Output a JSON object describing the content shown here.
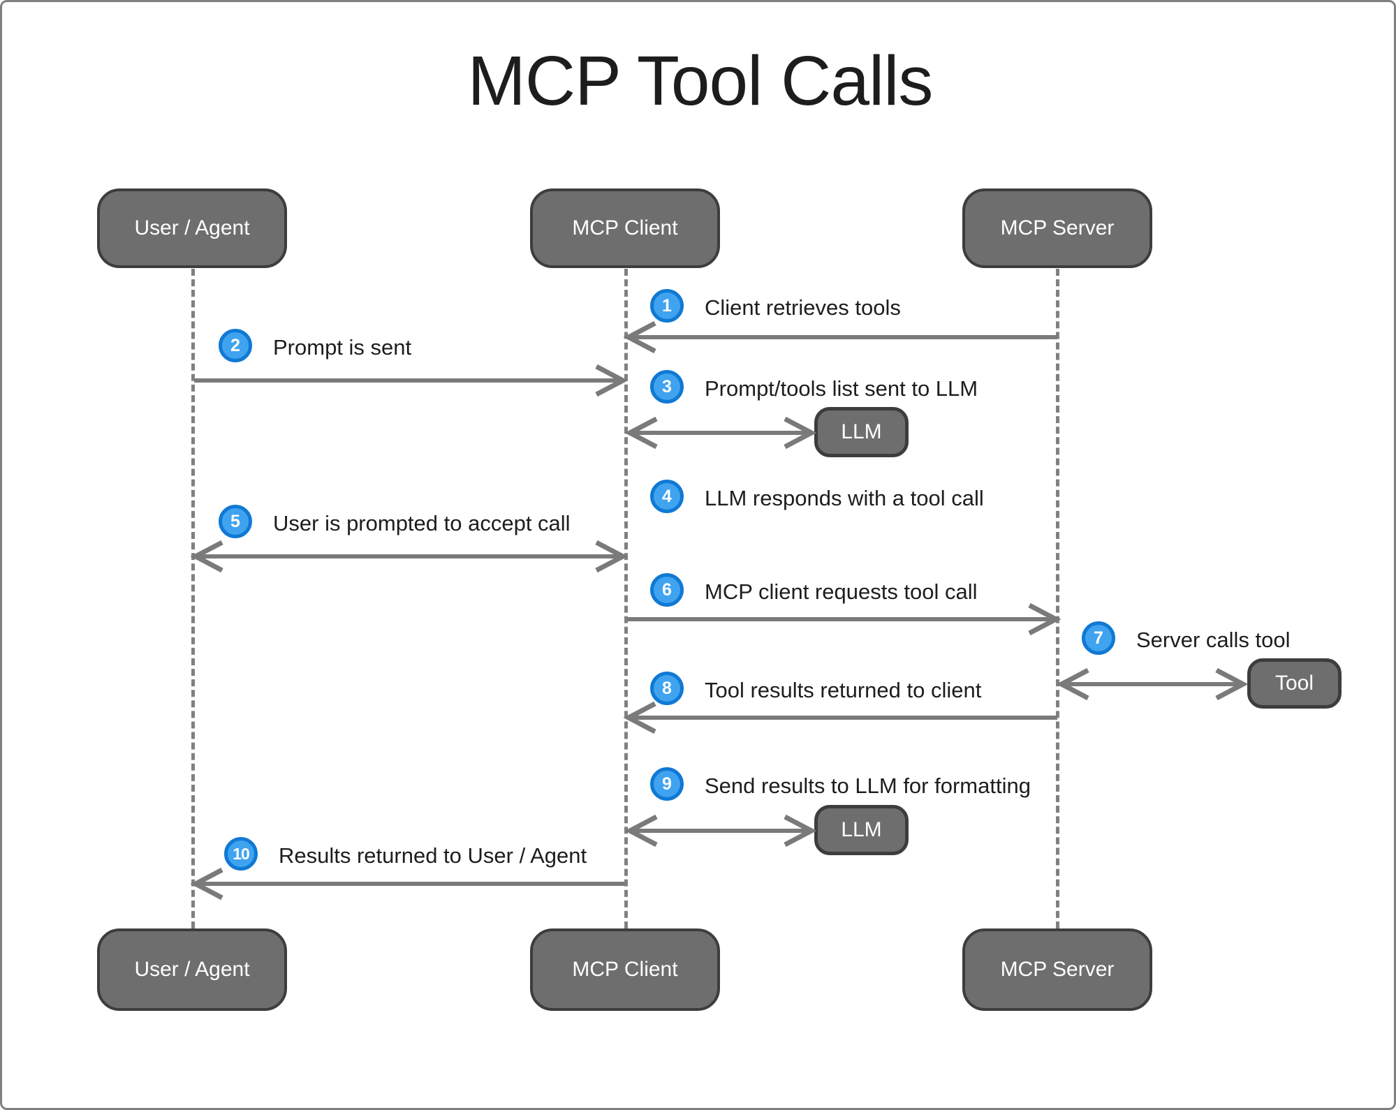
{
  "title": "MCP Tool Calls",
  "actors": [
    {
      "id": "user",
      "label": "User / Agent"
    },
    {
      "id": "client",
      "label": "MCP Client"
    },
    {
      "id": "server",
      "label": "MCP Server"
    }
  ],
  "actors_bottom": [
    {
      "id": "user",
      "label": "User / Agent"
    },
    {
      "id": "client",
      "label": "MCP Client"
    },
    {
      "id": "server",
      "label": "MCP Server"
    }
  ],
  "mini_nodes": [
    {
      "id": "llm-1",
      "label": "LLM"
    },
    {
      "id": "tool",
      "label": "Tool"
    },
    {
      "id": "llm-2",
      "label": "LLM"
    }
  ],
  "steps": [
    {
      "number": "1",
      "label": "Client retrieves tools",
      "from": "server",
      "to": "client",
      "direction": "left"
    },
    {
      "number": "2",
      "label": "Prompt is sent",
      "from": "user",
      "to": "client",
      "direction": "right"
    },
    {
      "number": "3",
      "label": "Prompt/tools list sent to LLM",
      "from": "client",
      "to": "llm-1",
      "direction": "both"
    },
    {
      "number": "4",
      "label": "LLM responds with a tool call",
      "from": "client",
      "to": "client",
      "direction": "none"
    },
    {
      "number": "5",
      "label": "User is prompted to accept call",
      "from": "user",
      "to": "client",
      "direction": "both"
    },
    {
      "number": "6",
      "label": "MCP client requests tool call",
      "from": "client",
      "to": "server",
      "direction": "right"
    },
    {
      "number": "7",
      "label": "Server calls tool",
      "from": "server",
      "to": "tool",
      "direction": "both"
    },
    {
      "number": "8",
      "label": "Tool results returned to client",
      "from": "server",
      "to": "client",
      "direction": "left"
    },
    {
      "number": "9",
      "label": "Send results to LLM for formatting",
      "from": "client",
      "to": "llm-2",
      "direction": "both"
    },
    {
      "number": "10",
      "label": "Results returned to User / Agent",
      "from": "client",
      "to": "user",
      "direction": "left"
    }
  ],
  "colors": {
    "actor_fill": "#6e6e6e",
    "actor_stroke": "#3d3d3d",
    "badge_fill": "#3fa3f0",
    "badge_stroke": "#1079d4",
    "arrow": "#7a7a7a",
    "lifeline": "#808080",
    "text": "#1d1d1d",
    "background": "#ffffff"
  }
}
